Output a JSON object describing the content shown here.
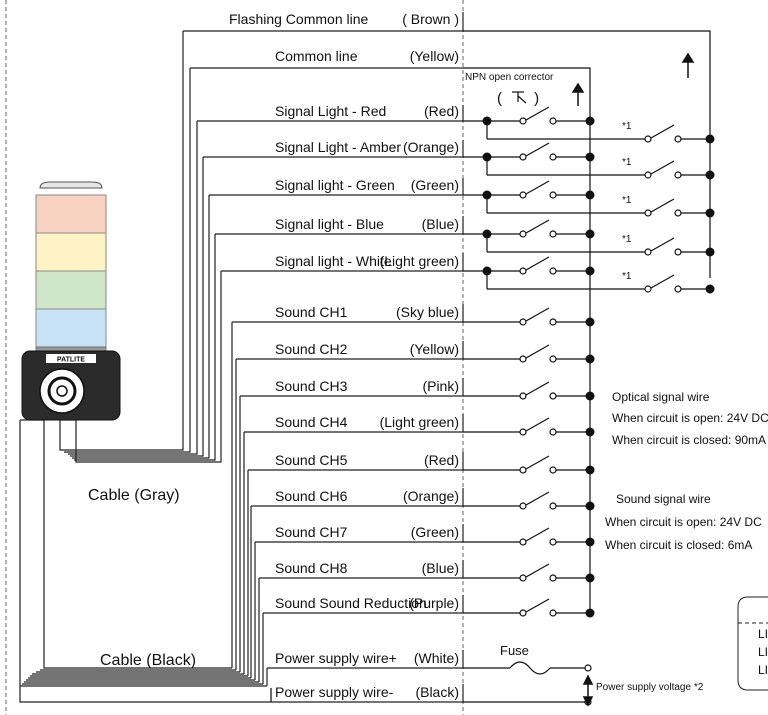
{
  "wires": {
    "flashing_common": {
      "name": "Flashing  Common line",
      "color": "( Brown )"
    },
    "common": {
      "name": "Common line",
      "color": "(Yellow)"
    },
    "red": {
      "name": "Signal Light - Red",
      "color": "(Red)"
    },
    "amber": {
      "name": "Signal Light - Amber",
      "color": "(Orange)"
    },
    "green": {
      "name": "Signal light - Green",
      "color": "(Green)"
    },
    "blue": {
      "name": "Signal light - Blue",
      "color": "(Blue)"
    },
    "white": {
      "name": "Signal light - White",
      "color": "(Light green)"
    },
    "ch1": {
      "name": "Sound CH1",
      "color": "(Sky blue)"
    },
    "ch2": {
      "name": "Sound CH2",
      "color": "(Yellow)"
    },
    "ch3": {
      "name": "Sound CH3",
      "color": "(Pink)"
    },
    "ch4": {
      "name": "Sound CH4",
      "color": "(Light green)"
    },
    "ch5": {
      "name": "Sound CH5",
      "color": "(Red)"
    },
    "ch6": {
      "name": "Sound CH6",
      "color": "(Orange)"
    },
    "ch7": {
      "name": "Sound CH7",
      "color": "(Green)"
    },
    "ch8": {
      "name": "Sound CH8",
      "color": "(Blue)"
    },
    "reduction": {
      "name": "Sound Sound Reduction",
      "color": "(Purple)"
    },
    "power_plus": {
      "name": "Power supply wire+",
      "color": "(White)"
    },
    "power_minus": {
      "name": "Power supply wire-",
      "color": "(Black)"
    }
  },
  "labels": {
    "npn": "NPN open corrector",
    "npn_symbol": "( )",
    "note_mark": "*1",
    "fuse": "Fuse",
    "power_voltage": "Power supply voltage *2",
    "cable_gray": "Cable (Gray)",
    "cable_black": "Cable (Black)",
    "brand": "PATLITE",
    "legend_cut": "LI"
  },
  "specs": {
    "optical": {
      "title": "Optical signal wire",
      "open": "When circuit is open: 24V DC",
      "closed": "When circuit is closed: 90mA"
    },
    "sound": {
      "title": "Sound signal wire",
      "open": "When circuit is open: 24V DC",
      "closed": "When circuit is closed: 6mA"
    }
  },
  "lamp_colors": {
    "red": "#f8d3c4",
    "amber": "#fdf3c4",
    "green": "#cfe6c9",
    "blue": "#c7e3f5",
    "body": "#2b2b2b"
  }
}
